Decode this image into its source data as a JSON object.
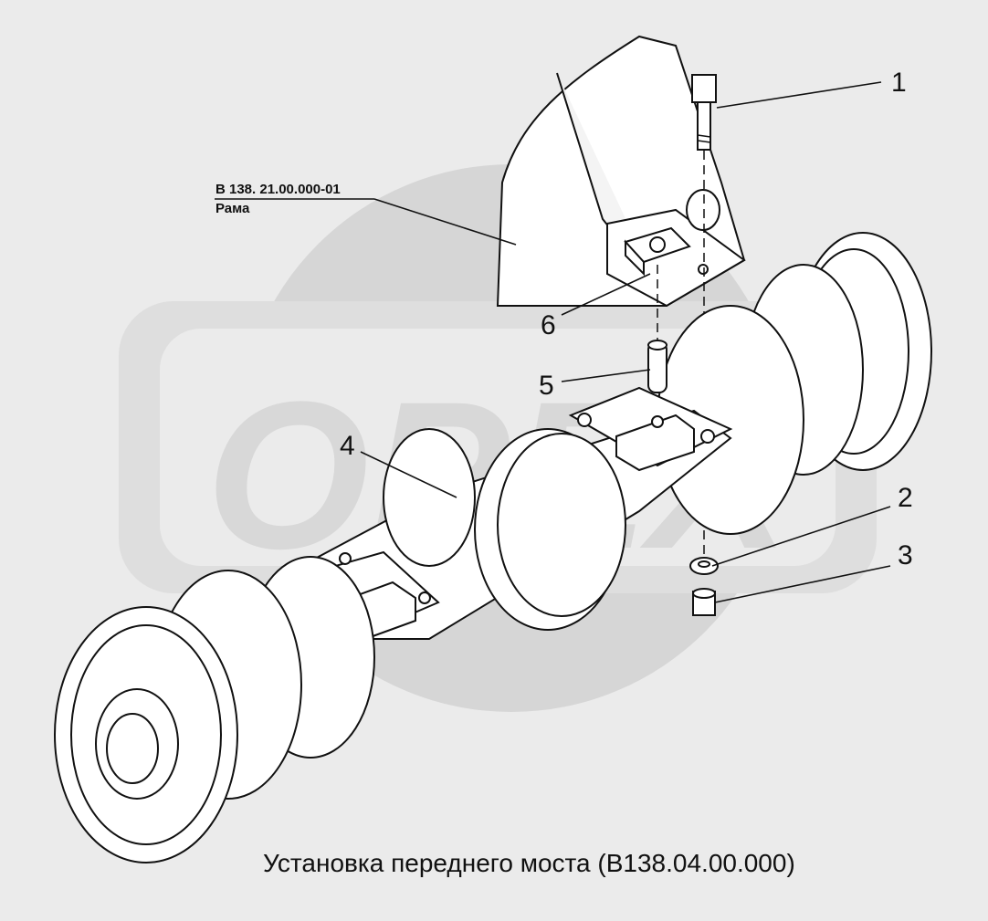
{
  "drawing": {
    "caption": "Установка переднего моста (В138.04.00.000)",
    "frame_reference": {
      "code": "В 138. 21.00.000-01",
      "name": "Рама"
    },
    "watermark_text": "ОРЕХ",
    "callouts": [
      {
        "number": "1",
        "part": "bolt"
      },
      {
        "number": "2",
        "part": "washer"
      },
      {
        "number": "3",
        "part": "nut"
      },
      {
        "number": "4",
        "part": "axle"
      },
      {
        "number": "5",
        "part": "pin"
      },
      {
        "number": "6",
        "part": "pad"
      }
    ]
  },
  "colors": {
    "background": "#ebebeb",
    "part_fill": "#ffffff",
    "outline": "#111111",
    "watermark": "#d6d6d6"
  }
}
